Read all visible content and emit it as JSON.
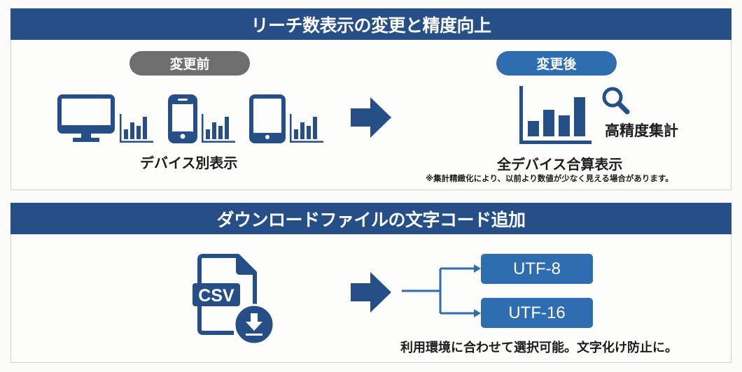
{
  "colors": {
    "header_bg": "#254f86",
    "icon_blue": "#254f86",
    "accent_blue": "#2e6db0",
    "pill_gray": "#6e6e6e",
    "text": "#1c1c1c"
  },
  "section1": {
    "title": "リーチ数表示の変更と精度向上",
    "before": {
      "pill_label": "変更前",
      "devices": [
        "desktop-monitor",
        "smartphone",
        "tablet"
      ],
      "caption": "デバイス別表示"
    },
    "arrow_icon": "right-arrow",
    "after": {
      "pill_label": "変更後",
      "chart_icon": "bar-chart",
      "search_icon": "magnifier",
      "precision_label": "高精度集計",
      "caption": "全デバイス合算表示",
      "note": "※集計精緻化により、以前より数値が少なく見える場合があります。"
    }
  },
  "section2": {
    "title": "ダウンロードファイルの文字コード追加",
    "file_icon_label": "CSV",
    "download_icon": "download-circle",
    "arrow_icon": "right-arrow",
    "encodings": [
      "UTF-8",
      "UTF-16"
    ],
    "caption": "利用環境に合わせて選択可能。文字化け防止に。"
  }
}
